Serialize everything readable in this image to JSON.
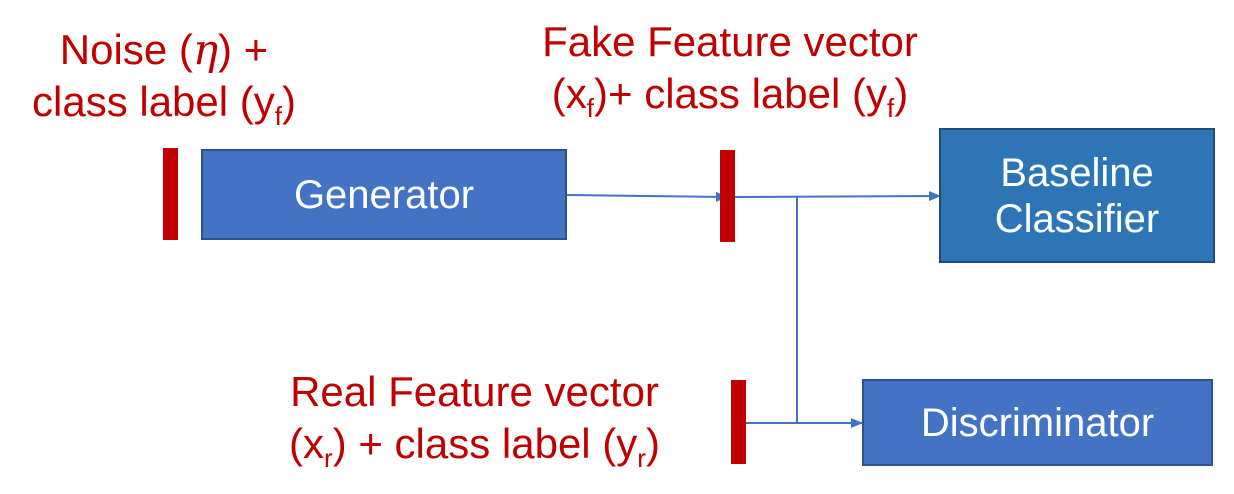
{
  "labels": {
    "noise": {
      "line1_pre": "Noise (",
      "eta": "η",
      "line1_post": ") +",
      "line2": "class label (y",
      "sub": "f",
      "close": ")"
    },
    "fake": {
      "line1": "Fake Feature vector",
      "line2_pre": "(x",
      "sub1": "f",
      "line2_mid": ")+ class label (y",
      "sub2": "f",
      "close": ")"
    },
    "real": {
      "line1": "Real Feature vector",
      "line2_pre": "(x",
      "sub1": "r",
      "line2_mid": ") + class label (y",
      "sub2": "r",
      "close": ")"
    }
  },
  "boxes": {
    "generator": "Generator",
    "baseline_line1": "Baseline",
    "baseline_line2": "Classifier",
    "discriminator": "Discriminator"
  },
  "colors": {
    "label_red": "#c00000",
    "bar_red": "#c00000",
    "generator_fill": "#4472c4",
    "classifier_fill": "#2e75b6",
    "discriminator_fill": "#4472c4",
    "wire": "#4472c4"
  }
}
